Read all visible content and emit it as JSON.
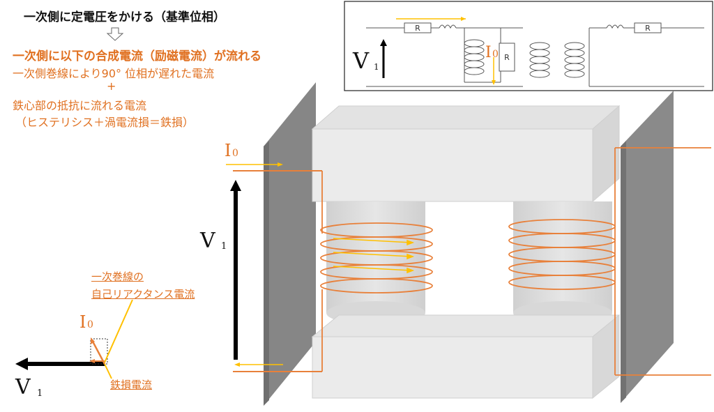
{
  "title": "一次側に定電圧をかける（基準位相）",
  "heading": "一次側に以下の合成電流（励磁電流）が流れる",
  "line1": "一次側巻線により90°  位相が遅れた電流",
  "plus": "+",
  "line2": "鉄心部の抵抗に流れる電流",
  "line3": "（ヒステリシス＋渦電流損＝鉄損）",
  "phasor": {
    "self_label_1": "一次巻線の",
    "self_label_2": "自己リアクタンス電流",
    "iron_loss_label": "鉄損電流",
    "i0_label": "I",
    "i0_sub": "0",
    "v1_label": "V",
    "v1_sub": "1"
  },
  "transformer": {
    "i0_label": "I",
    "i0_sub": "0",
    "v1_label": "V",
    "v1_sub": "1"
  },
  "circuit": {
    "r_label": "R",
    "v1_label": "V",
    "v1_sub": "1",
    "i0_label": "I",
    "i0_sub": "0"
  },
  "colors": {
    "orange": "#E07020",
    "yellow": "#FFC000",
    "panel": "#888888"
  }
}
